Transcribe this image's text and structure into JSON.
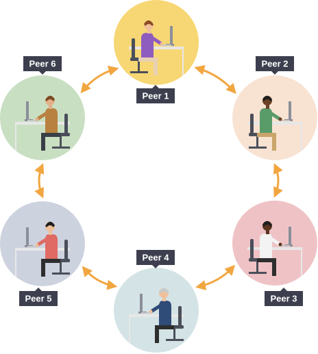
{
  "peers": [
    {
      "label": "Peer 1",
      "bg": "#f7d774",
      "shirt": "#8e5bbf",
      "hair": "#8a4a22",
      "skin": "#f0c09a",
      "pants": "#e9d0b4"
    },
    {
      "label": "Peer 2",
      "bg": "#f8e2d2",
      "shirt": "#5a9b6a",
      "hair": "#1f1f1f",
      "skin": "#6b4226",
      "pants": "#c9a56b"
    },
    {
      "label": "Peer 3",
      "bg": "#efc3c6",
      "shirt": "#f3f3f3",
      "hair": "#1f1f1f",
      "skin": "#5a3620",
      "pants": "#2e2e2e"
    },
    {
      "label": "Peer 4",
      "bg": "#d4e3e5",
      "shirt": "#2f4b78",
      "hair": "#c9c9c9",
      "skin": "#f0c09a",
      "pants": "#2e2e2e"
    },
    {
      "label": "Peer 5",
      "bg": "#cdd2df",
      "shirt": "#e06a64",
      "hair": "#1f1f1f",
      "skin": "#f0c09a",
      "pants": "#2e2e2e"
    },
    {
      "label": "Peer 6",
      "bg": "#c9dfc2",
      "shirt": "#b9813f",
      "hair": "#7a4a22",
      "skin": "#e3b08a",
      "pants": "#3a3f47"
    }
  ],
  "colors": {
    "arrow": "#f2a640",
    "label_bg": "#3d3f4e",
    "desk": "#e7e7e7",
    "monitor": "#8b8f99",
    "chair": "#4a4f5a"
  }
}
